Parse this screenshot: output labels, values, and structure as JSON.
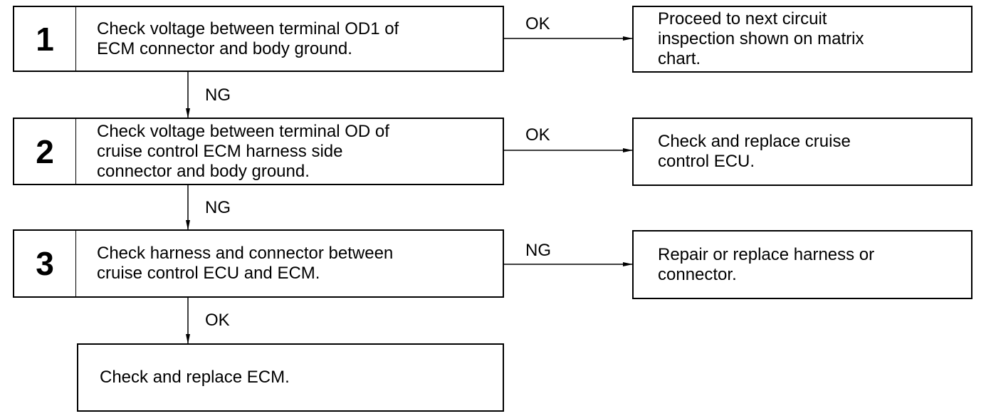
{
  "steps": [
    {
      "number": "1",
      "text": "Check voltage between terminal OD1 of\nECM connector and body ground.",
      "branch_label": "OK",
      "result": "Proceed to next circuit\ninspection shown on matrix\nchart.",
      "down_label": "NG"
    },
    {
      "number": "2",
      "text": "Check voltage between terminal OD of\ncruise control ECM harness side\nconnector and body ground.",
      "branch_label": "OK",
      "result": "Check and replace cruise\ncontrol ECU.",
      "down_label": "NG"
    },
    {
      "number": "3",
      "text": "Check harness and connector between\ncruise control ECU and ECM.",
      "branch_label": "NG",
      "result": "Repair or replace harness or\nconnector.",
      "down_label": "OK"
    }
  ],
  "final": {
    "text": "Check and replace ECM."
  }
}
